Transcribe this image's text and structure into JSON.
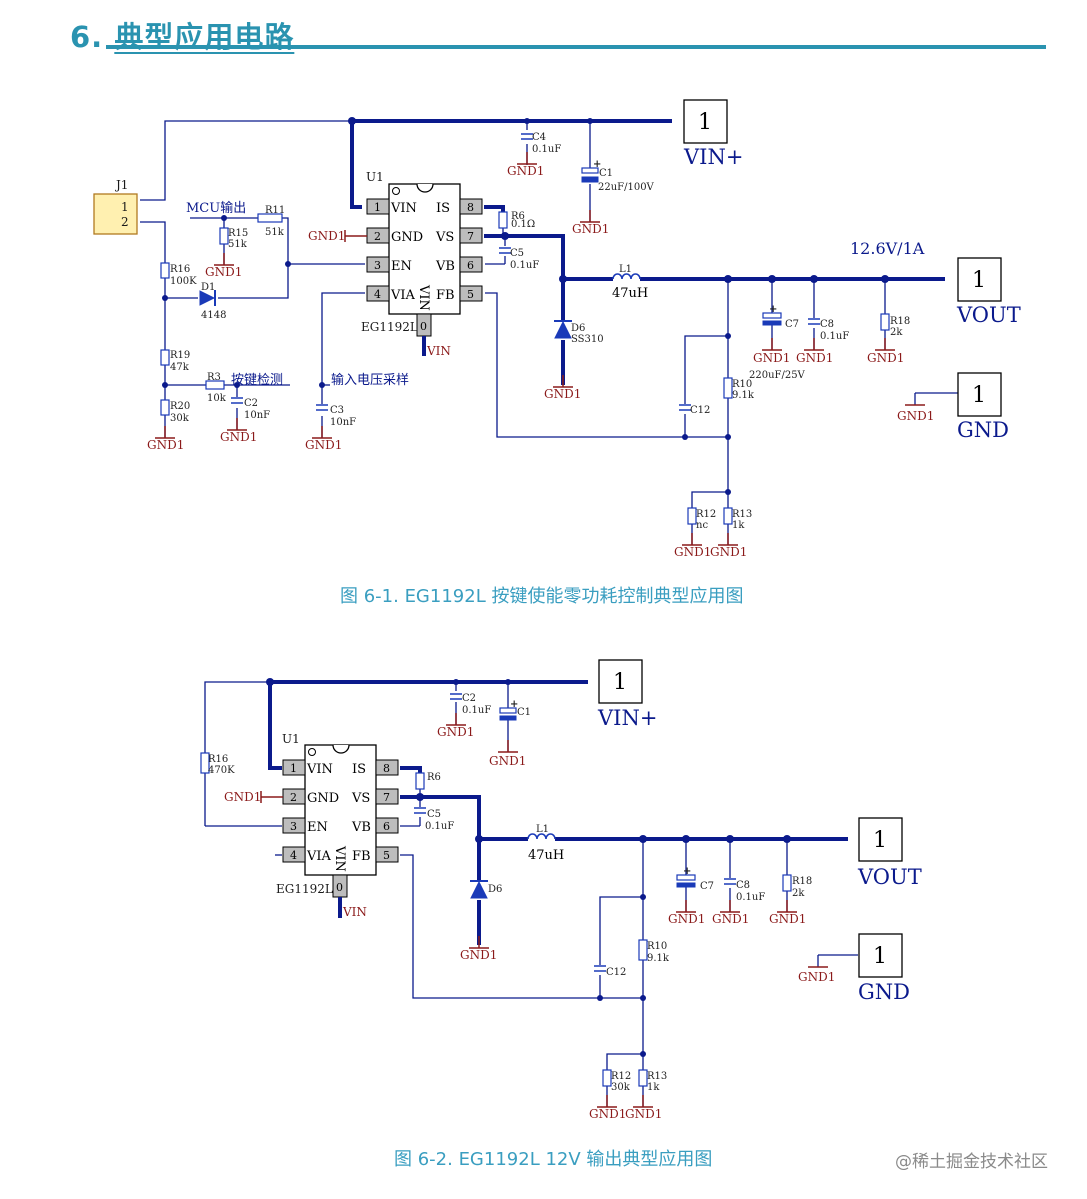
{
  "heading": {
    "number": "6.",
    "title": "典型应用电路"
  },
  "figure1": {
    "caption": "图 6-1. EG1192L 按键使能零功耗控制典型应用图",
    "ic_name": "U1",
    "ic_part": "EG1192L",
    "pin_nums": [
      "1",
      "2",
      "3",
      "4",
      "8",
      "7",
      "6",
      "5",
      "0"
    ],
    "pin_names": [
      "VIN",
      "GND",
      "EN",
      "VIA",
      "IS",
      "VS",
      "VB",
      "FB",
      "VIN"
    ],
    "vin_port": "VIN+",
    "vout_port": "VOUT",
    "gnd_port": "GND",
    "port_num": "1",
    "output_spec": "12.6V/1A",
    "gnd_net": "GND1",
    "vin_net": "VIN",
    "conn_name": "J1",
    "conn_pin1": "1",
    "conn_pin2": "2",
    "mcu_label": "MCU输出",
    "key_label": "按键检测",
    "sample_label": "输入电压采样",
    "c4": "C4",
    "c4_val": "0.1uF",
    "c1": "C1",
    "c1_val": "22uF/100V",
    "r6": "R6",
    "r6_val": "0.1Ω",
    "c5": "C5",
    "c5_val": "0.1uF",
    "r11": "R11",
    "r11_val": "51k",
    "r15": "R15",
    "r15_val": "51k",
    "r16": "R16",
    "r16_val": "100K",
    "d1": "D1",
    "d1_val": "4148",
    "r19": "R19",
    "r19_val": "47k",
    "r3": "R3",
    "r3_val": "10k",
    "r20": "R20",
    "r20_val": "30k",
    "c2": "C2",
    "c2_val": "10nF",
    "c3": "C3",
    "c3_val": "10nF",
    "l1": "L1",
    "l1_val": "47uH",
    "d6": "D6",
    "d6_val": "SS310",
    "c7": "C7",
    "c7_val": "220uF/25V",
    "c8": "C8",
    "c8_val": "0.1uF",
    "r18": "R18",
    "r18_val": "2k",
    "r10": "R10",
    "r10_val": "9.1k",
    "c12": "C12",
    "r12": "R12",
    "r12_val": "nc",
    "r13": "R13",
    "r13_val": "1k"
  },
  "figure2": {
    "caption": "图 6-2. EG1192L 12V 输出典型应用图",
    "ic_name": "U1",
    "ic_part": "EG1192L",
    "vin_port": "VIN+",
    "vout_port": "VOUT",
    "gnd_port": "GND",
    "port_num": "1",
    "gnd_net": "GND1",
    "vin_net": "VIN",
    "c2": "C2",
    "c2_val": "0.1uF",
    "c1": "C1",
    "r6": "R6",
    "c5": "C5",
    "c5_val": "0.1uF",
    "r16": "R16",
    "r16_val": "470K",
    "l1": "L1",
    "l1_val": "47uH",
    "d6": "D6",
    "c7": "C7",
    "c8": "C8",
    "c8_val": "0.1uF",
    "r18": "R18",
    "r18_val": "2k",
    "r10": "R10",
    "r10_val": "9.1k",
    "c12": "C12",
    "r12": "R12",
    "r12_val": "30k",
    "r13": "R13",
    "r13_val": "1k"
  },
  "watermark": "@稀土掘金技术社区",
  "colors": {
    "heading": "#2a93b0",
    "caption": "#3a9ec0",
    "wire": "#0b1a8c",
    "gnd": "#8b1a1a",
    "part": "#1a3ab8",
    "chip_fill": "#ffffff",
    "pin_fill": "#bdbdbd",
    "conn_fill": "#fff0b0"
  }
}
